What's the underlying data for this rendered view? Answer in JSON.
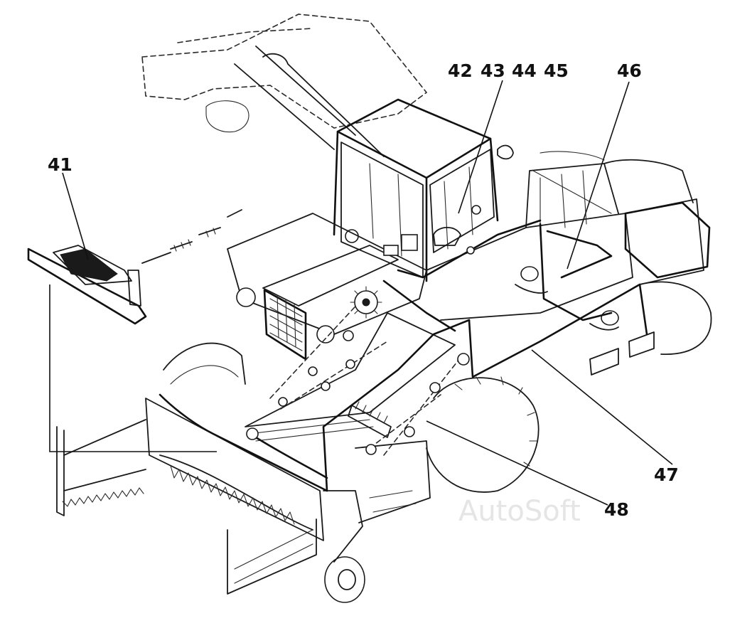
{
  "callouts": {
    "c41": "41",
    "c42": "42",
    "c43": "43",
    "c44": "44",
    "c45": "45",
    "c46": "46",
    "c47": "47",
    "c48": "48"
  },
  "watermark": "AutoSoft",
  "colors": {
    "ink": "#1a1a1a",
    "paper": "#ffffff",
    "watermark": "#cfcfcf"
  }
}
